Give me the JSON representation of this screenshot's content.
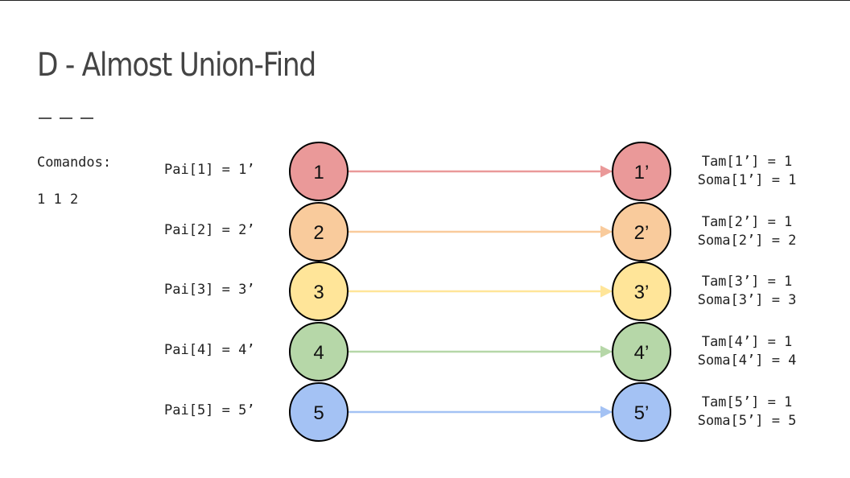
{
  "slide": {
    "title": "D - Almost Union-Find",
    "commands_label": "Comandos:",
    "commands": "1 1 2"
  },
  "rows": [
    {
      "pai": "Pai[1] = 1’",
      "left": "1",
      "right": "1’",
      "tam": "Tam[1’] = 1",
      "soma": "Soma[1’] = 1",
      "color": "#ea9999"
    },
    {
      "pai": "Pai[2] = 2’",
      "left": "2",
      "right": "2’",
      "tam": "Tam[2’] = 1",
      "soma": "Soma[2’] = 2",
      "color": "#f9cb9c"
    },
    {
      "pai": "Pai[3] = 3’",
      "left": "3",
      "right": "3’",
      "tam": "Tam[3’] = 1",
      "soma": "Soma[3’] = 3",
      "color": "#ffe599"
    },
    {
      "pai": "Pai[4] = 4’",
      "left": "4",
      "right": "4’",
      "tam": "Tam[4’] = 1",
      "soma": "Soma[4’] = 4",
      "color": "#b6d7a8"
    },
    {
      "pai": "Pai[5] = 5’",
      "left": "5",
      "right": "5’",
      "tam": "Tam[5’] = 1",
      "soma": "Soma[5’] = 5",
      "color": "#a4c2f4"
    }
  ]
}
